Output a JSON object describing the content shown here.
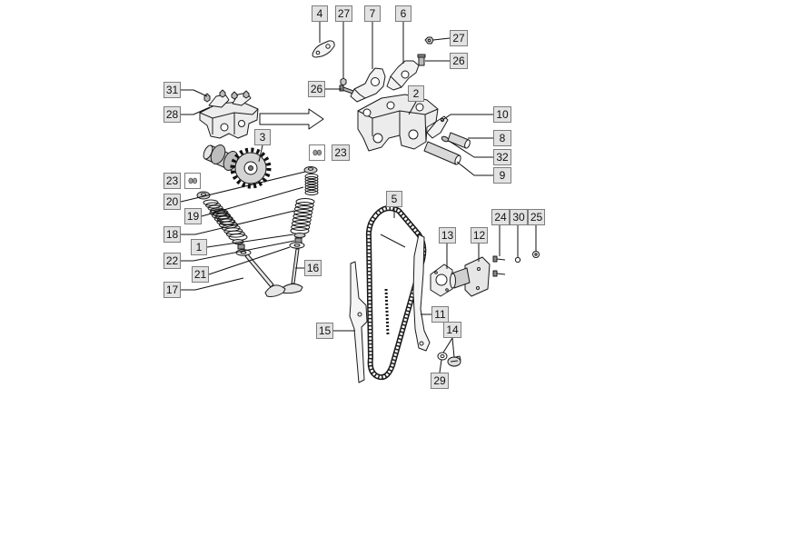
{
  "callouts": [
    "4",
    "27",
    "7",
    "6",
    "27",
    "26",
    "26",
    "2",
    "31",
    "28",
    "10",
    "3",
    "8",
    "23",
    "32",
    "9",
    "23",
    "20",
    "19",
    "5",
    "24",
    "30",
    "25",
    "13",
    "12",
    "18",
    "1",
    "22",
    "21",
    "16",
    "17",
    "11",
    "15",
    "14",
    "29"
  ],
  "colors": {
    "background": "#ffffff",
    "callout_fill": "#e2e2e2",
    "callout_border": "#7d7d7d",
    "line_art": "#111111"
  }
}
